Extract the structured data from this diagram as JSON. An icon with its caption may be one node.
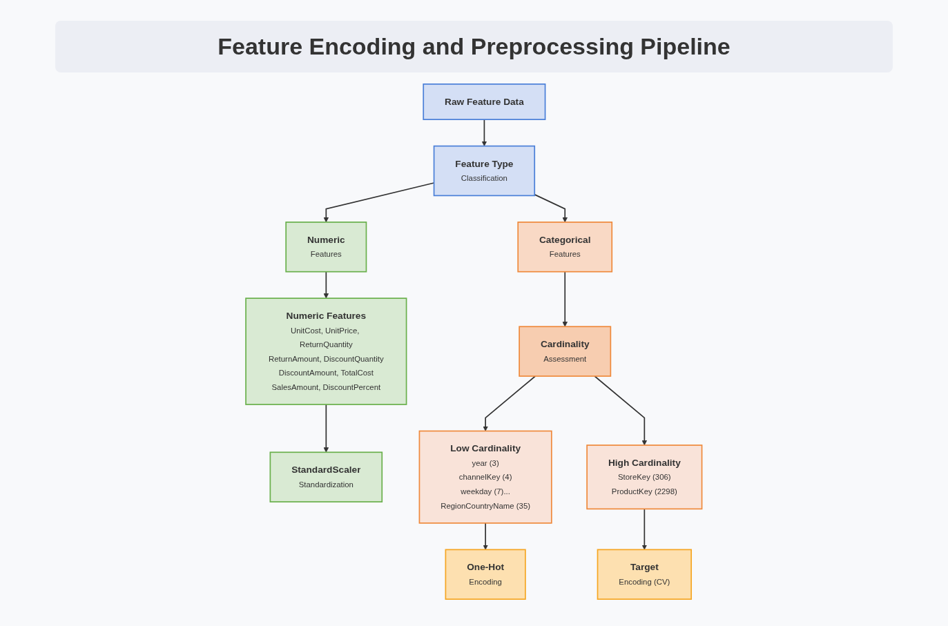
{
  "diagram": {
    "title": "Feature Encoding and Preprocessing Pipeline",
    "nodes": [
      {
        "text": [
          "Raw Feature Data"
        ]
      },
      {
        "text": [
          "Feature Type",
          "Classification"
        ]
      },
      {
        "text": [
          "Numeric",
          "Features"
        ]
      },
      {
        "text": [
          "Categorical",
          "Features"
        ]
      },
      {
        "text": [
          "Numeric Features",
          "UnitCost, UnitPrice, ReturnQuantity",
          "ReturnAmount, DiscountQuantity",
          "DiscountAmount, TotalCost",
          "SalesAmount, DiscountPercent"
        ]
      },
      {
        "text": [
          "Cardinality",
          "Assessment"
        ]
      },
      {
        "text": [
          "StandardScaler",
          "Standardization"
        ]
      },
      {
        "text": [
          "Low Cardinality",
          "year (3)",
          "channelKey (4)",
          "weekday (7)...",
          "RegionCountryName (35)"
        ]
      },
      {
        "text": [
          "High Cardinality",
          "StoreKey (306)",
          "ProductKey (2298)"
        ]
      },
      {
        "text": [
          "One-Hot",
          "Encoding"
        ]
      },
      {
        "text": [
          "Target",
          "Encoding (CV)"
        ]
      }
    ],
    "edges": [
      {
        "from": 0,
        "to": 1,
        "arrow": "to"
      },
      {
        "from": 1,
        "to": 2,
        "arrow": "to"
      },
      {
        "from": 1,
        "to": 3,
        "arrow": "to"
      },
      {
        "from": 2,
        "to": 4,
        "arrow": "to"
      },
      {
        "from": 3,
        "to": 5,
        "arrow": "to"
      },
      {
        "from": 4,
        "to": 6,
        "arrow": "to"
      },
      {
        "from": 5,
        "to": 7,
        "arrow": "to"
      },
      {
        "from": 5,
        "to": 8,
        "arrow": "to"
      },
      {
        "from": 7,
        "to": 9,
        "arrow": "to"
      },
      {
        "from": 8,
        "to": 10,
        "arrow": "to"
      }
    ]
  }
}
